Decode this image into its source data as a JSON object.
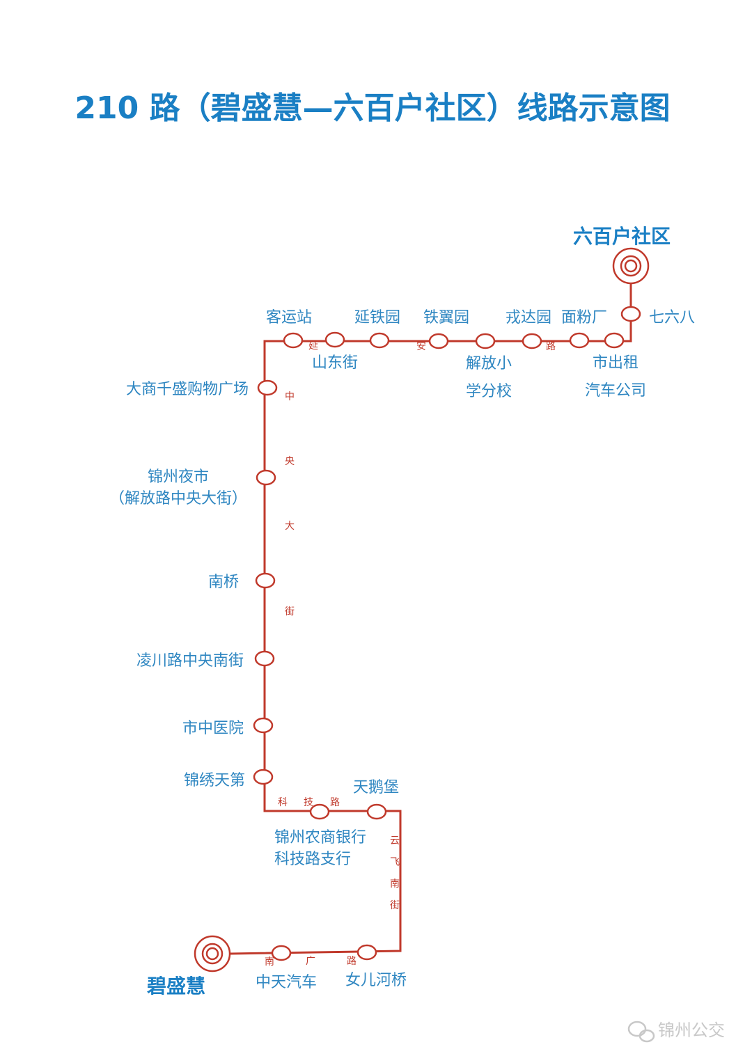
{
  "title": "210 路（碧盛慧—六百户社区）线路示意图",
  "colors": {
    "route": "#c0392b",
    "text": "#2e86c1",
    "title": "#1a7fc4",
    "watermark": "#c8c8c8"
  },
  "terminals": {
    "start": "碧盛慧",
    "end": "六百户社区"
  },
  "stations": [
    {
      "id": "bishenghui",
      "lines": [
        "碧盛慧"
      ],
      "terminal": true
    },
    {
      "id": "zhongtian-qiche",
      "lines": [
        "中天汽车"
      ]
    },
    {
      "id": "nuer-heqiao",
      "lines": [
        "女儿河桥"
      ]
    },
    {
      "id": "tianebao",
      "lines": [
        "天鹅堡"
      ]
    },
    {
      "id": "nongshang-bank",
      "lines": [
        "锦州农商银行",
        "科技路支行"
      ]
    },
    {
      "id": "jinxiu-tiandi",
      "lines": [
        "锦绣天第"
      ]
    },
    {
      "id": "shizhong-yiyuan",
      "lines": [
        "市中医院"
      ]
    },
    {
      "id": "lingchuanlu",
      "lines": [
        "凌川路中央南街"
      ]
    },
    {
      "id": "nanqiao",
      "lines": [
        "南桥"
      ]
    },
    {
      "id": "jinzhou-yeshi",
      "lines": [
        "锦州夜市",
        "（解放路中央大街）"
      ]
    },
    {
      "id": "dashang",
      "lines": [
        "大商千盛购物广场"
      ]
    },
    {
      "id": "keyunzhan",
      "lines": [
        "客运站"
      ]
    },
    {
      "id": "shandongjie",
      "lines": [
        "山东街"
      ]
    },
    {
      "id": "yantieyuan",
      "lines": [
        "延铁园"
      ]
    },
    {
      "id": "tieyiyuan",
      "lines": [
        "铁翼园"
      ]
    },
    {
      "id": "jiefang-xiaoxue",
      "lines": [
        "解放小",
        "学分校"
      ]
    },
    {
      "id": "rongdayuan",
      "lines": [
        "戎达园"
      ]
    },
    {
      "id": "mianfenchang",
      "lines": [
        "面粉厂"
      ]
    },
    {
      "id": "shi-chuzu",
      "lines": [
        "市出租",
        "汽车公司"
      ]
    },
    {
      "id": "qiliuba",
      "lines": [
        "七六八"
      ]
    },
    {
      "id": "liubaihu",
      "lines": [
        "六百户社区"
      ],
      "terminal": true
    }
  ],
  "roads": [
    {
      "id": "nanguanglu",
      "chars": [
        "南",
        "广",
        "路"
      ]
    },
    {
      "id": "yunfeinanjie",
      "chars": [
        "云",
        "飞",
        "南",
        "街"
      ]
    },
    {
      "id": "kejilu",
      "chars": [
        "科",
        "技",
        "路"
      ]
    },
    {
      "id": "zhongyangdajie",
      "chars": [
        "中",
        "央",
        "大",
        "街"
      ]
    },
    {
      "id": "yananlu",
      "chars": [
        "延",
        "安",
        "路"
      ]
    }
  ],
  "watermark": "锦州公交"
}
